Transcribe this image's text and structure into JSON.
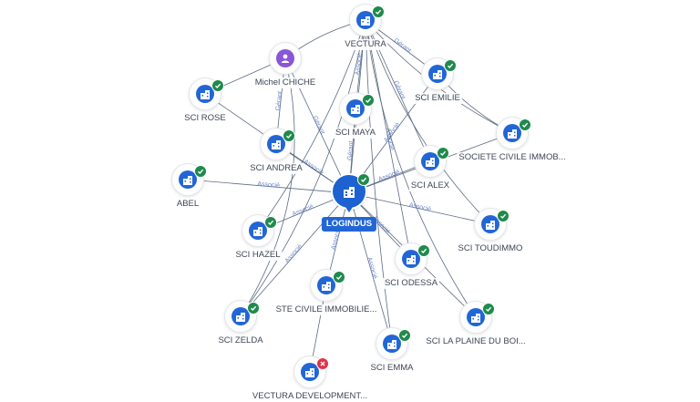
{
  "colors": {
    "company": "#2266d6",
    "person": "#8a55d6",
    "active_badge": "#1f8a4c",
    "closed_badge": "#e0334c",
    "edge": "#5d6b82",
    "edge_label": "#6b86c9"
  },
  "icons": {
    "company": "building-icon",
    "person": "person-icon",
    "active": "check-icon",
    "closed": "cross-icon"
  },
  "center": {
    "label": "LOGINDUS",
    "status": "active"
  },
  "nodes": [
    {
      "id": "vectura",
      "label": "VECTURA",
      "type": "company",
      "status": "active"
    },
    {
      "id": "michel",
      "label": "Michel CHICHE",
      "type": "person",
      "status": "none"
    },
    {
      "id": "sci_rose",
      "label": "SCI ROSE",
      "type": "company",
      "status": "active"
    },
    {
      "id": "sci_emilie",
      "label": "SCI EMILIE",
      "type": "company",
      "status": "active"
    },
    {
      "id": "sci_maya",
      "label": "SCI MAYA",
      "type": "company",
      "status": "active"
    },
    {
      "id": "sci_andrea",
      "label": "SCI ANDREA",
      "type": "company",
      "status": "active"
    },
    {
      "id": "societe_civile",
      "label": "SOCIETE CIVILE IMMOB...",
      "type": "company",
      "status": "active"
    },
    {
      "id": "abel",
      "label": "ABEL",
      "type": "company",
      "status": "active"
    },
    {
      "id": "sci_alex",
      "label": "SCI ALEX",
      "type": "company",
      "status": "active"
    },
    {
      "id": "sci_hazel",
      "label": "SCI HAZEL",
      "type": "company",
      "status": "active"
    },
    {
      "id": "sci_toudimmo",
      "label": "SCI TOUDIMMO",
      "type": "company",
      "status": "active"
    },
    {
      "id": "sci_odessa",
      "label": "SCI ODESSA",
      "type": "company",
      "status": "active"
    },
    {
      "id": "ste_civile",
      "label": "STE CIVILE IMMOBILIE...",
      "type": "company",
      "status": "active"
    },
    {
      "id": "sci_zelda",
      "label": "SCI ZELDA",
      "type": "company",
      "status": "active"
    },
    {
      "id": "sci_plaine",
      "label": "SCI LA PLAINE DU BOI...",
      "type": "company",
      "status": "active"
    },
    {
      "id": "sci_emma",
      "label": "SCI EMMA",
      "type": "company",
      "status": "active"
    },
    {
      "id": "vectura_dev",
      "label": "VECTURA DEVELOPMENT...",
      "type": "company",
      "status": "closed"
    }
  ],
  "edges": [
    {
      "from": "center",
      "to": "vectura",
      "label": "Associé"
    },
    {
      "from": "center",
      "to": "sci_maya",
      "label": "Gérant"
    },
    {
      "from": "center",
      "to": "sci_emilie",
      "label": "Associé"
    },
    {
      "from": "center",
      "to": "sci_andrea",
      "label": "Associé"
    },
    {
      "from": "center",
      "to": "abel",
      "label": "Associé"
    },
    {
      "from": "center",
      "to": "sci_alex",
      "label": "Associé"
    },
    {
      "from": "center",
      "to": "societe_civile",
      "label": ""
    },
    {
      "from": "center",
      "to": "sci_hazel",
      "label": "Associé"
    },
    {
      "from": "center",
      "to": "sci_toudimmo",
      "label": "Associé"
    },
    {
      "from": "center",
      "to": "sci_odessa",
      "label": "Associé"
    },
    {
      "from": "center",
      "to": "ste_civile",
      "label": "Associé"
    },
    {
      "from": "center",
      "to": "sci_zelda",
      "label": "Associé"
    },
    {
      "from": "center",
      "to": "sci_emma",
      "label": "Associé"
    },
    {
      "from": "center",
      "to": "sci_plaine",
      "label": ""
    },
    {
      "from": "center",
      "to": "sci_rose",
      "label": "Gérant"
    },
    {
      "from": "center",
      "to": "michel",
      "label": "Gérant"
    },
    {
      "from": "michel",
      "to": "sci_rose",
      "label": ""
    },
    {
      "from": "michel",
      "to": "vectura",
      "label": ""
    },
    {
      "from": "michel",
      "to": "sci_andrea",
      "label": "Gérant"
    },
    {
      "from": "vectura",
      "to": "sci_emilie",
      "label": "Gérant"
    },
    {
      "from": "vectura",
      "to": "sci_maya",
      "label": "Associé"
    },
    {
      "from": "vectura",
      "to": "sci_alex",
      "label": "Gérant"
    },
    {
      "from": "vectura",
      "to": "sci_odessa",
      "label": "Associé"
    },
    {
      "from": "vectura",
      "to": "sci_emma",
      "label": ""
    },
    {
      "from": "vectura",
      "to": "sci_plaine",
      "label": ""
    },
    {
      "from": "vectura",
      "to": "sci_toudimmo",
      "label": ""
    },
    {
      "from": "vectura",
      "to": "sci_zelda",
      "label": ""
    },
    {
      "from": "vectura",
      "to": "sci_hazel",
      "label": ""
    },
    {
      "from": "vectura",
      "to": "societe_civile",
      "label": ""
    },
    {
      "from": "sci_emilie",
      "to": "societe_civile",
      "label": ""
    },
    {
      "from": "ste_civile",
      "to": "vectura_dev",
      "label": ""
    },
    {
      "from": "michel",
      "to": "sci_zelda",
      "label": ""
    }
  ]
}
